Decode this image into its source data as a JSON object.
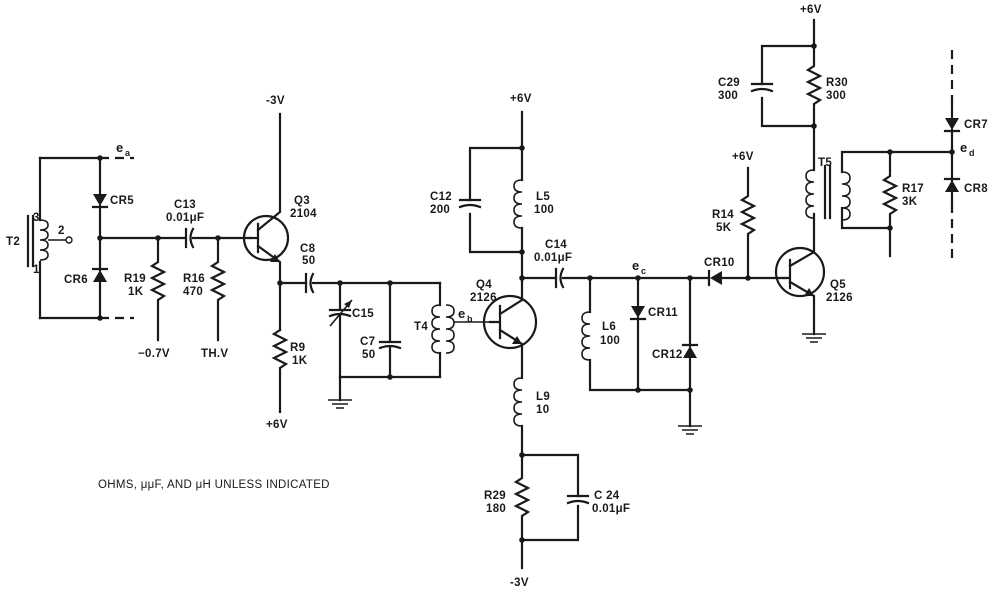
{
  "labels": {
    "t2": "T2",
    "t2_pin3": "3",
    "t2_pin2": "2",
    "t2_pin1": "1",
    "ea": "e",
    "ea_sub": "a",
    "cr5": "CR5",
    "cr6": "CR6",
    "c13": "C13",
    "c13_val": "0.01μF",
    "r19": "R19",
    "r19_val": "1K",
    "r16": "R16",
    "r16_val": "470",
    "m07v": "−0.7V",
    "thv": "TH.V",
    "q3_m3v": "-3V",
    "q3": "Q3",
    "q3_val": "2104",
    "c8": "C8",
    "c8_val": "50",
    "r9": "R9",
    "r9_val": "1K",
    "q3_p6v": "+6V",
    "c15": "C15",
    "c7": "C7",
    "c7_val": "50",
    "t4": "T4",
    "eb": "e",
    "eb_sub": "b",
    "q4_p6v": "+6V",
    "c12": "C12",
    "c12_val": "200",
    "l5": "L5",
    "l5_val": "100",
    "q4": "Q4",
    "q4_val": "2126",
    "c14": "C14",
    "c14_val": "0.01μF",
    "l9": "L9",
    "l9_val": "10",
    "r29": "R29",
    "r29_val": "180",
    "c24": "C 24",
    "c24_val": "0.01μF",
    "q4_m3v": "-3V",
    "ec": "e",
    "ec_sub": "c",
    "l6": "L6",
    "l6_val": "100",
    "cr11": "CR11",
    "cr12": "CR12",
    "cr10": "CR10",
    "r14_p6v": "+6V",
    "r14": "R14",
    "r14_val": "5K",
    "q5": "Q5",
    "q5_val": "2126",
    "top_p6v": "+6V",
    "c29": "C29",
    "c29_val": "300",
    "r30": "R30",
    "r30_val": "300",
    "t5": "T5",
    "r17": "R17",
    "r17_val": "3K",
    "ed": "e",
    "ed_sub": "d",
    "cr7": "CR7",
    "cr8": "CR8"
  },
  "note": "OHMS, μμF, AND μH UNLESS INDICATED"
}
